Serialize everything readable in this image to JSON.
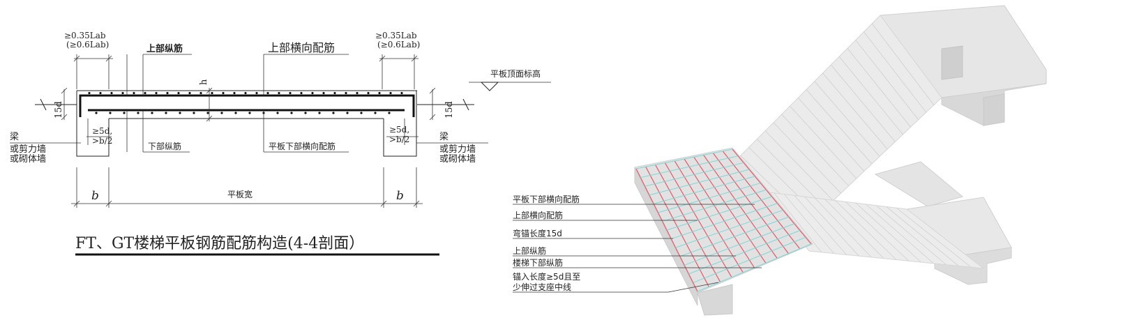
{
  "section": {
    "title": "FT、GT楼梯平板钢筋配筋构造(4-4剖面）",
    "anchor_left_1": "≥0.35Lab",
    "anchor_left_2": "(≥0.6Lab)",
    "anchor_right_1": "≥0.35Lab",
    "anchor_right_2": "(≥0.6Lab)",
    "top_long_bar": "上部纵筋",
    "top_transverse_bar": "上部横向配筋",
    "slab_top_elevation": "平板顶面标高",
    "dim_h": "h",
    "dim_15d": "15d",
    "support_left_1": "梁",
    "support_left_2": "或剪力墙",
    "support_left_3": "或砌体墙",
    "support_right_1": "梁",
    "support_right_2": "或剪力墙",
    "support_right_3": "或砌体墙",
    "embed_1": "≥5d,",
    "embed_2": ">b/2",
    "bottom_long_bar": "下部纵筋",
    "bottom_transverse_bar": "平板下部横向配筋",
    "dim_b": "b",
    "slab_width": "平板宽"
  },
  "model3d": {
    "callouts": [
      "平板下部横向配筋",
      "上部横向配筋",
      "弯锚长度15d",
      "上部纵筋",
      "楼梯下部纵筋",
      "锚入长度≥5d且至",
      "少伸过支座中线"
    ],
    "colors": {
      "concrete": "#dcdcdc",
      "rebar_red": "#e05a6a",
      "rebar_cyan": "#7fd6d6"
    }
  }
}
